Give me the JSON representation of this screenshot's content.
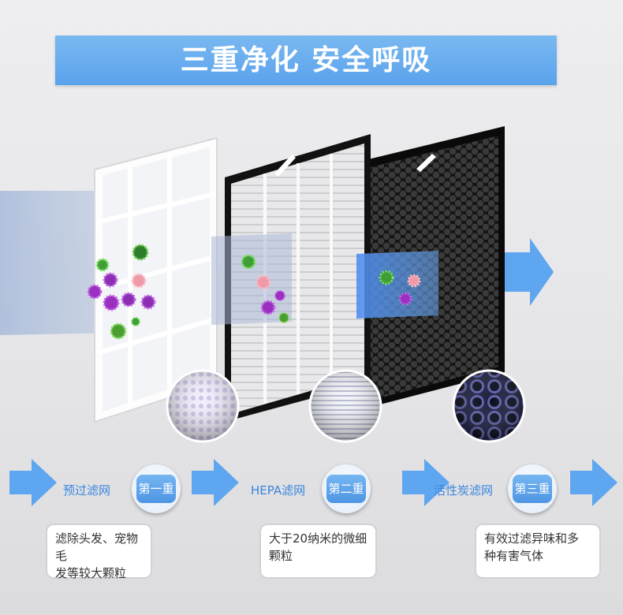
{
  "title": "三重净化 安全呼吸",
  "stages": [
    {
      "name": "预过滤网",
      "badge": "第一重",
      "desc_line1": "滤除头发、宠物毛",
      "desc_line2": "发等较大颗粒"
    },
    {
      "name": "HEPA滤网",
      "badge": "第二重",
      "desc_line1": "大于20纳米的微细",
      "desc_line2": "颗粒"
    },
    {
      "name": "活性炭滤网",
      "badge": "第三重",
      "desc_line1": "有效过滤异味和多",
      "desc_line2": "种有害气体"
    }
  ],
  "colors": {
    "accent": "#5aa2ec",
    "arrow": "#5ea6ef",
    "label": "#3a86df"
  }
}
